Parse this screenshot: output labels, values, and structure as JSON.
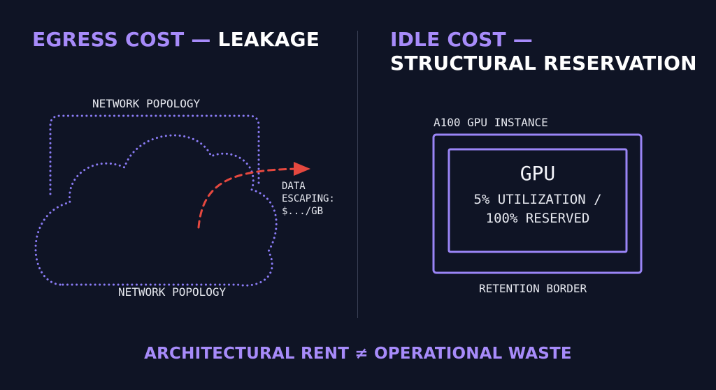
{
  "left_panel": {
    "heading_accent": "EGRESS COST —",
    "heading_main": "LEAKAGE",
    "top_label": "NETWORK POPOLOGY",
    "bottom_label": "NETWORK POPOLOGY",
    "annotation_line1": "DATA",
    "annotation_line2": "ESCAPING:",
    "annotation_line3": "$.../GB"
  },
  "right_panel": {
    "heading_line1": "IDLE COST —",
    "heading_line2": "STRUCTURAL RESERVATION",
    "instance_label": "A100 GPU INSTANCE",
    "gpu_title": "GPU",
    "gpu_line1": "5% UTILIZATION /",
    "gpu_line2": "100% RESERVED",
    "border_label": "RETENTION BORDER"
  },
  "footer": {
    "text": "ARCHITECTURAL RENT ≠ OPERATIONAL WASTE"
  },
  "colors": {
    "background": "#0f1425",
    "accent_purple": "#a78bfa",
    "outline_purple": "#8b7cf6",
    "arrow_red": "#e5483f",
    "divider": "#3a4055"
  },
  "icons": {
    "cloud": "cloud-icon",
    "arrow": "arrow-right-icon"
  }
}
